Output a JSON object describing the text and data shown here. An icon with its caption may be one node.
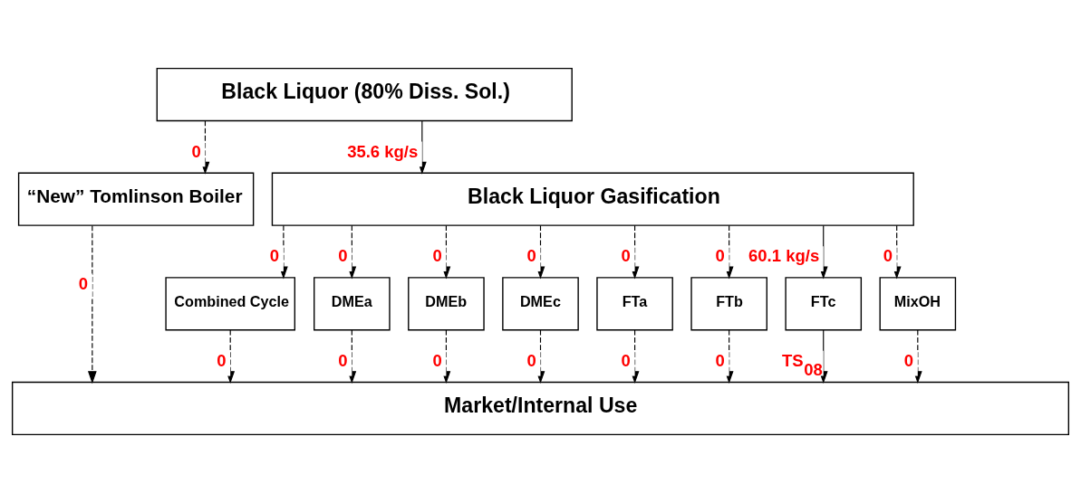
{
  "diagram": {
    "nodes": [
      {
        "text": [
          "Black Liquor (80% Diss. Sol.)"
        ]
      },
      {
        "text": [
          "“New” Tomlinson Boiler"
        ]
      },
      {
        "text": [
          "Black Liquor Gasification"
        ]
      },
      {
        "text": [
          "Combined Cycle"
        ]
      },
      {
        "text": [
          "DMEa"
        ]
      },
      {
        "text": [
          "DMEb"
        ]
      },
      {
        "text": [
          "DMEc"
        ]
      },
      {
        "text": [
          "FTa"
        ]
      },
      {
        "text": [
          "FTb"
        ]
      },
      {
        "text": [
          "FTc"
        ]
      },
      {
        "text": [
          "MixOH"
        ]
      },
      {
        "text": [
          "Market/Internal Use"
        ]
      }
    ],
    "edges": [
      {
        "from": 0,
        "to": 1,
        "arrow": "to",
        "label": "0",
        "style": "dashed"
      },
      {
        "from": 0,
        "to": 2,
        "arrow": "to",
        "label": "35.6 kg/s"
      },
      {
        "from": 2,
        "to": 3,
        "arrow": "to",
        "label": "0",
        "style": "dashed"
      },
      {
        "from": 2,
        "to": 4,
        "arrow": "to",
        "label": "0",
        "style": "dashed"
      },
      {
        "from": 2,
        "to": 5,
        "arrow": "to",
        "label": "0",
        "style": "dashed"
      },
      {
        "from": 2,
        "to": 6,
        "arrow": "to",
        "label": "0",
        "style": "dashed"
      },
      {
        "from": 2,
        "to": 7,
        "arrow": "to",
        "label": "0",
        "style": "dashed"
      },
      {
        "from": 2,
        "to": 8,
        "arrow": "to",
        "label": "0",
        "style": "dashed"
      },
      {
        "from": 2,
        "to": 9,
        "arrow": "to",
        "label": "60.1 kg/s"
      },
      {
        "from": 2,
        "to": 10,
        "arrow": "to",
        "label": "0",
        "style": "dashed"
      },
      {
        "from": 1,
        "to": 11,
        "arrow": "to",
        "label": "0",
        "style": "dashed"
      },
      {
        "from": 3,
        "to": 11,
        "arrow": "to",
        "label": "0",
        "style": "dashed"
      },
      {
        "from": 4,
        "to": 11,
        "arrow": "to",
        "label": "0",
        "style": "dashed"
      },
      {
        "from": 5,
        "to": 11,
        "arrow": "to",
        "label": "0",
        "style": "dashed"
      },
      {
        "from": 6,
        "to": 11,
        "arrow": "to",
        "label": "0",
        "style": "dashed"
      },
      {
        "from": 7,
        "to": 11,
        "arrow": "to",
        "label": "0",
        "style": "dashed"
      },
      {
        "from": 8,
        "to": 11,
        "arrow": "to",
        "label": "0",
        "style": "dashed"
      },
      {
        "from": 9,
        "to": 11,
        "arrow": "to",
        "label": "TS$_{08}$"
      },
      {
        "from": 10,
        "to": 11,
        "arrow": "to",
        "label": "0",
        "style": "dashed"
      }
    ]
  }
}
